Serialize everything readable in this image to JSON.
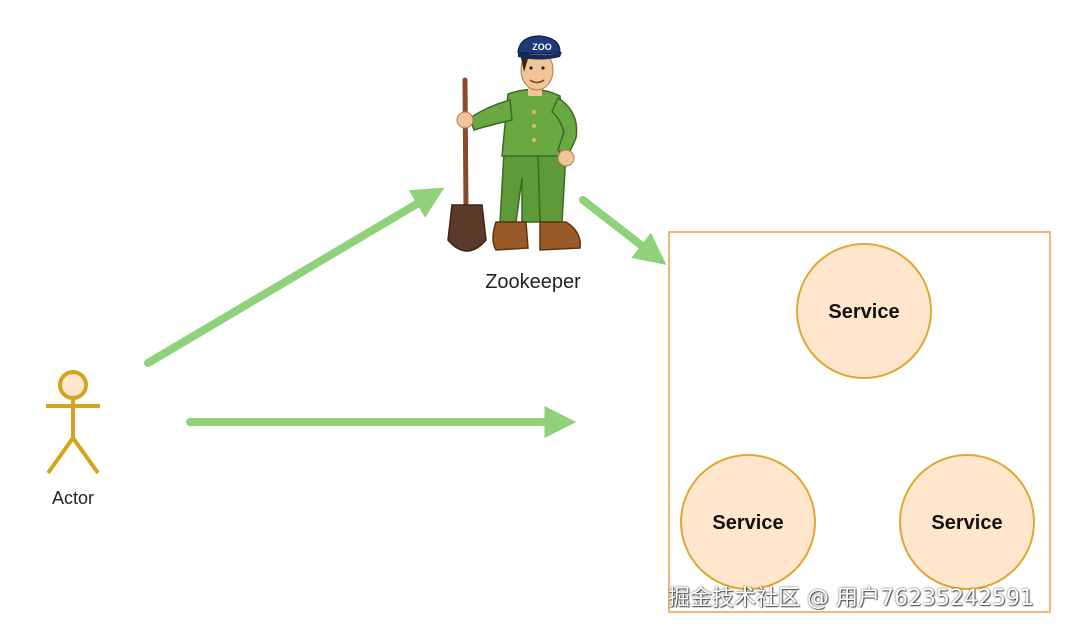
{
  "diagram": {
    "zookeeper": {
      "label": "Zookeeper",
      "cap_text": "ZOO"
    },
    "actor": {
      "label": "Actor"
    },
    "services": [
      {
        "label": "Service"
      },
      {
        "label": "Service"
      },
      {
        "label": "Service"
      }
    ]
  },
  "watermark": {
    "text": "掘金技术社区 @ 用户7623524259​1"
  },
  "colors": {
    "arrow": "#8fd27a",
    "container_border": "#f4b777",
    "service_fill": "#ffe6cc",
    "service_border": "#e0a832",
    "actor_stroke": "#d6a31e",
    "actor_fill": "#ffe6cc",
    "zookeeper_uniform": "#5f9a3a",
    "zookeeper_cap": "#1e3a78"
  }
}
